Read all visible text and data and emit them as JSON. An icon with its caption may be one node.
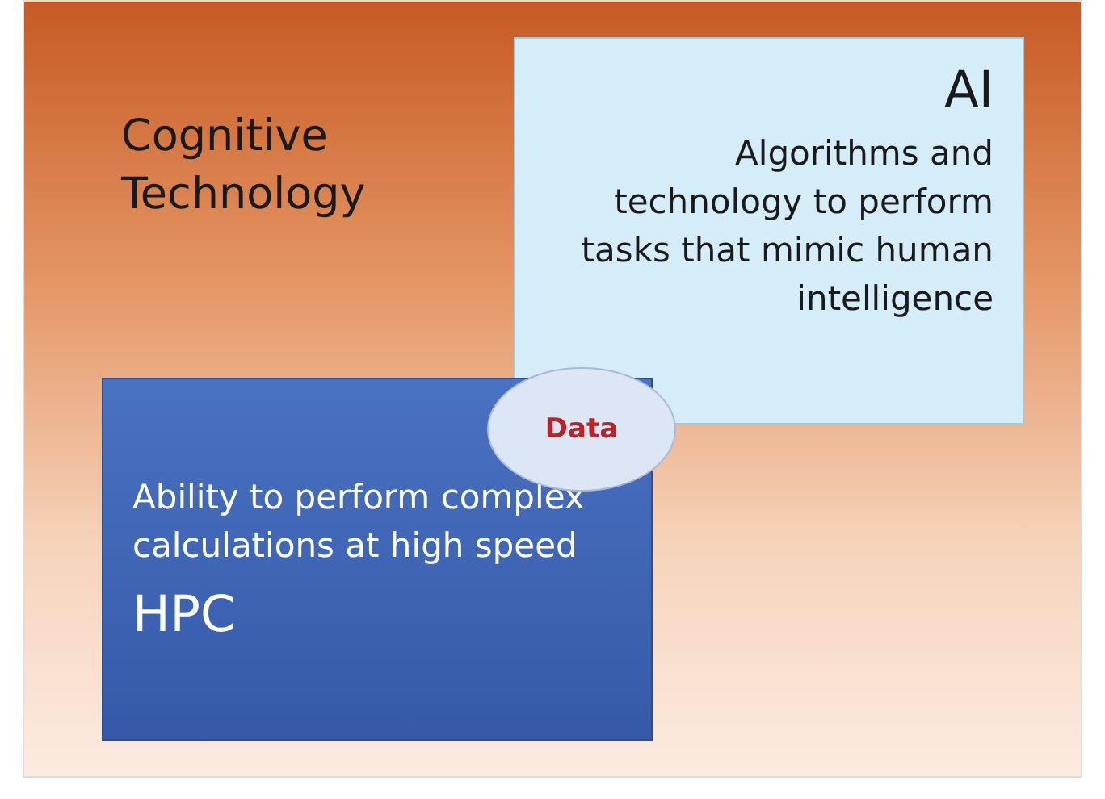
{
  "diagram": {
    "title": "Cognitive Technology",
    "nodes": [
      {
        "text": [
          "AI",
          "Algorithms and technology to perform tasks that mimic human intelligence"
        ]
      },
      {
        "text": [
          "Ability to perform complex calculations at high speed",
          "HPC"
        ]
      },
      {
        "text": [
          "Data"
        ]
      }
    ]
  }
}
